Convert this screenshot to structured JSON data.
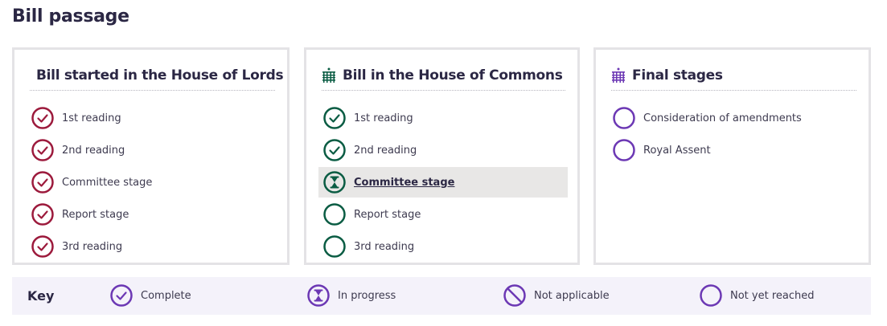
{
  "page": {
    "title": "Bill passage"
  },
  "colors": {
    "lords": "#9c1a3c",
    "commons": "#0a5c43",
    "final": "#6c38b4",
    "current_bg": "#e8e7e6",
    "key_bg": "#f4f2fa"
  },
  "panels": [
    {
      "title": "Bill started in the House of Lords",
      "icon": "portcullis-icon",
      "stages": [
        {
          "label": "1st reading",
          "status": "complete"
        },
        {
          "label": "2nd reading",
          "status": "complete"
        },
        {
          "label": "Committee stage",
          "status": "complete"
        },
        {
          "label": "Report stage",
          "status": "complete"
        },
        {
          "label": "3rd reading",
          "status": "complete"
        }
      ]
    },
    {
      "title": "Bill in the House of Commons",
      "icon": "portcullis-icon",
      "stages": [
        {
          "label": "1st reading",
          "status": "complete"
        },
        {
          "label": "2nd reading",
          "status": "complete"
        },
        {
          "label": "Committee stage",
          "status": "in-progress"
        },
        {
          "label": "Report stage",
          "status": "not-yet-reached"
        },
        {
          "label": "3rd reading",
          "status": "not-yet-reached"
        }
      ]
    },
    {
      "title": "Final stages",
      "icon": "portcullis-icon",
      "stages": [
        {
          "label": "Consideration of amendments",
          "status": "not-yet-reached"
        },
        {
          "label": "Royal Assent",
          "status": "not-yet-reached"
        }
      ]
    }
  ],
  "key": {
    "title": "Key",
    "items": [
      {
        "label": "Complete",
        "icon": "check-circle-icon"
      },
      {
        "label": "In progress",
        "icon": "hourglass-circle-icon"
      },
      {
        "label": "Not applicable",
        "icon": "not-applicable-icon"
      },
      {
        "label": "Not yet reached",
        "icon": "empty-circle-icon"
      }
    ]
  }
}
